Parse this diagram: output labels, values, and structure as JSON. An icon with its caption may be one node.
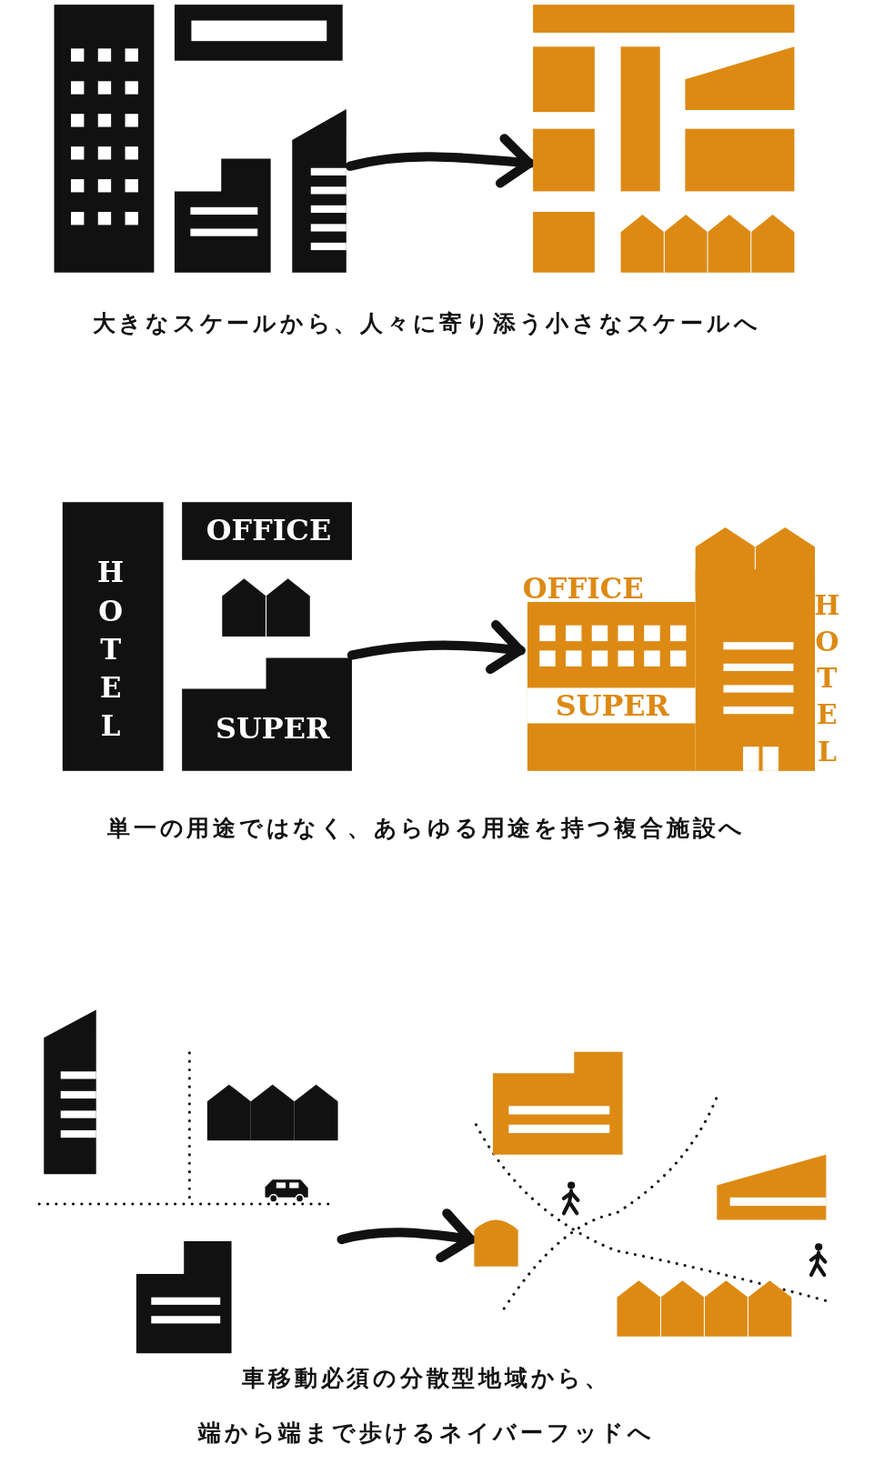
{
  "diagram": {
    "nodes": [
      {
        "text": [],
        "shape": "picture"
      },
      {
        "text": [],
        "shape": "picture"
      },
      {
        "text": [
          "HOTEL"
        ]
      },
      {
        "text": [
          "OFFICE"
        ]
      },
      {
        "text": [],
        "shape": "picture"
      },
      {
        "text": [
          "SUPER"
        ]
      },
      {
        "text": [
          "OFFICE",
          "SUPER"
        ],
        "beside": [
          "HOTEL"
        ]
      },
      {
        "text": [],
        "shape": "picture"
      },
      {
        "text": [],
        "shape": "picture"
      }
    ],
    "edges": [
      {
        "from": 0,
        "to": 1,
        "arrow": "to"
      },
      {
        "from": 5,
        "to": 6,
        "arrow": "to"
      },
      {
        "from": 7,
        "to": 8,
        "arrow": "to"
      }
    ],
    "labels": [
      "大きなスケールから、人々に寄り添う小さなスケールへ",
      "単一の用途ではなく、あらゆる用途を持つ複合施設へ",
      "車移動必須の分散型地域から、",
      "端から端まで歩けるネイバーフッドへ"
    ]
  }
}
